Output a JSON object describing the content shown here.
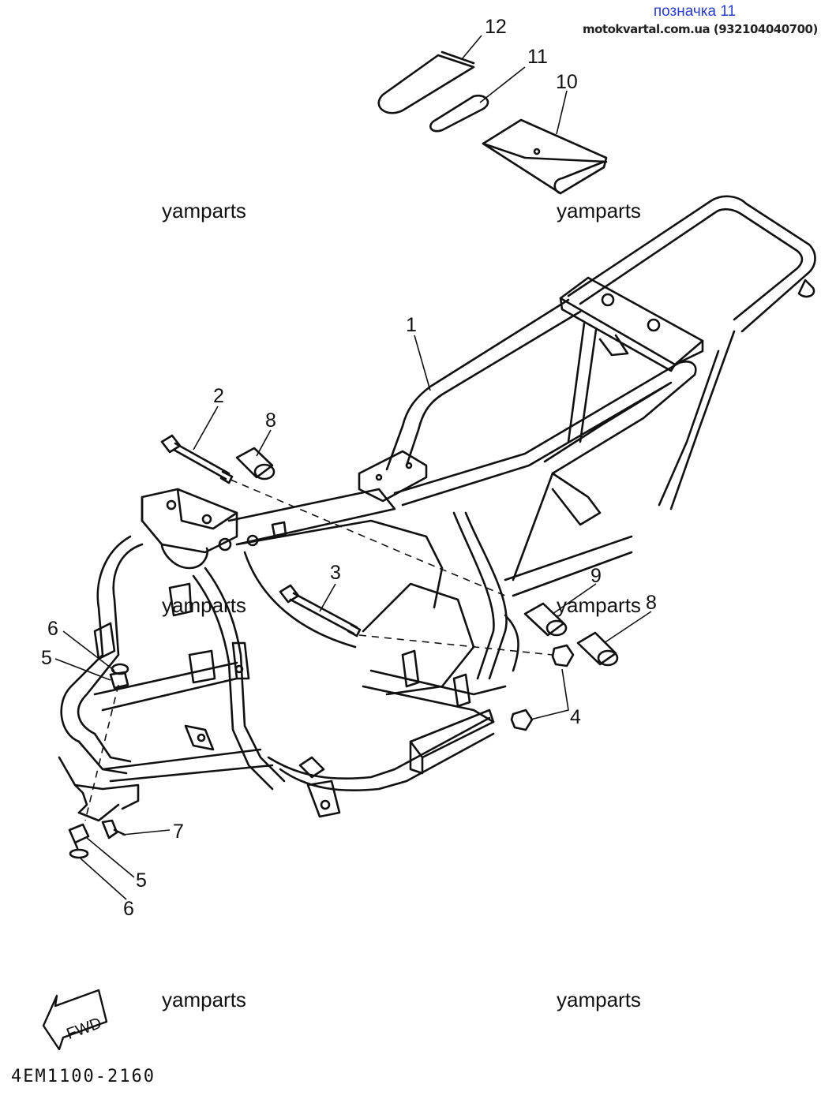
{
  "header": {
    "title": "позначка 11",
    "source": "motokvartal.com.ua (932104040700)"
  },
  "watermarks": [
    "yamparts",
    "yamparts",
    "yamparts",
    "yamparts",
    "yamparts",
    "yamparts"
  ],
  "callouts": [
    "12",
    "11",
    "10",
    "1",
    "2",
    "8",
    "3",
    "9",
    "8",
    "6",
    "5",
    "4",
    "7",
    "5",
    "6"
  ],
  "fwd_label": "FWD",
  "diagram_code": "4EM1100-2160"
}
